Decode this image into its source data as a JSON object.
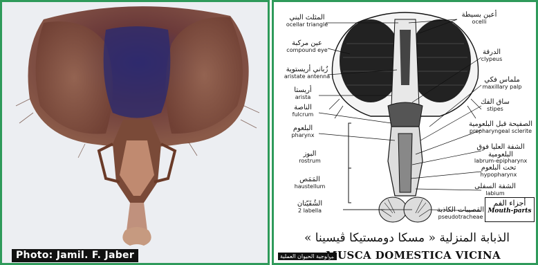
{
  "photo": {
    "credit": "Photo: Jamil. F. Jaber"
  },
  "diagram": {
    "labels": {
      "ocelli": {
        "ar": "أعين بسيطة",
        "en": "ocelli"
      },
      "ocellar_triangle": {
        "ar": "المثلث البني",
        "en": "ocellar triangle"
      },
      "compound_eye": {
        "ar": "عين مركبة",
        "en": "compound eye"
      },
      "aristate_antenna": {
        "ar": "زُباني أريستوية",
        "en": "aristate antenna"
      },
      "arista": {
        "ar": "أريستا",
        "en": "arista"
      },
      "fulcrum": {
        "ar": "الناصة",
        "en": "fulcrum"
      },
      "pharynx": {
        "ar": "البلعوم",
        "en": "pharynx"
      },
      "rostrum": {
        "ar": "البوز",
        "en": "rostrum"
      },
      "haustellum": {
        "ar": "المَمَص",
        "en": "haustellum"
      },
      "labella": {
        "ar": "الشُفَيّتان",
        "en": "2 labella"
      },
      "clypeus": {
        "ar": "الدرقة",
        "en": "clypeus"
      },
      "maxillary_palp": {
        "ar": "ملماس فكي",
        "en": "maxillary palp"
      },
      "stipes": {
        "ar": "ساق الفك",
        "en": "stipes"
      },
      "prepharyngeal_sclerite": {
        "ar": "الصفيحة قبل البلعومية",
        "en": "prepharyngeal sclerite"
      },
      "labrum_epipharynx": {
        "ar": "الشفة العليا فوق البلعومية",
        "en": "labrum-epipharynx"
      },
      "hypopharynx": {
        "ar": "تحت البلعوم",
        "en": "hypopharynx"
      },
      "labium": {
        "ar": "الشفة السفلى",
        "en": "labium"
      },
      "pseudotracheae": {
        "ar": "القصيبات الكاذبة",
        "en": "pseudotracheae"
      }
    },
    "mouthparts": {
      "ar": "أجزاء الفم",
      "en": "Mouth-parts"
    },
    "caption_ar": "الذبابة المنزلية « مسكا دومستيكا ڤيسينا »",
    "caption_en": "MUSCA DOMESTICA VICINA",
    "stamp": "بيولوجية الحيوان العملية"
  }
}
